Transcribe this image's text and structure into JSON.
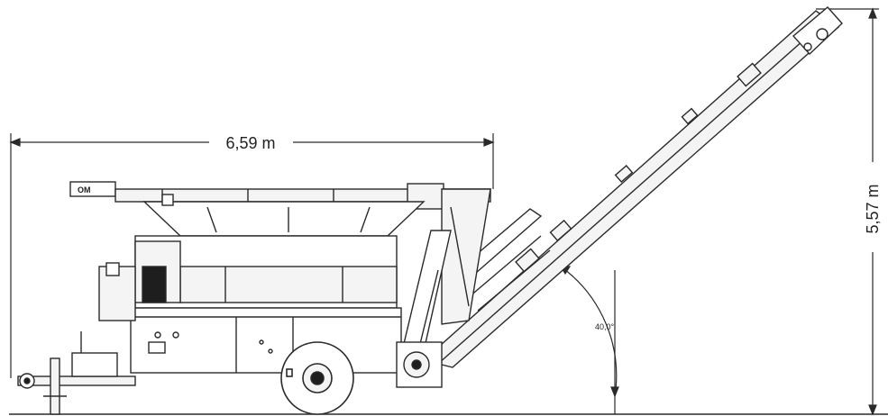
{
  "diagram": {
    "dimensions": {
      "length_label": "6,59 m",
      "height_label": "5,57 m",
      "angle_label": "40,0°"
    },
    "brand_mark": "OM",
    "colors": {
      "line": "#2a2a2a",
      "fill_light": "#f4f4f4",
      "fill_dark": "#1e1e1e",
      "background": "#ffffff"
    }
  }
}
